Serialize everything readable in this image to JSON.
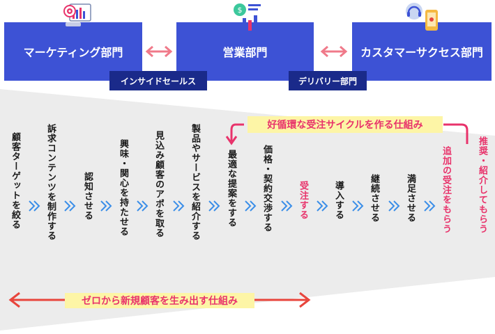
{
  "departments": {
    "marketing": "マーケティング部門",
    "sales": "営業部門",
    "support": "カスタマーサクセス部門"
  },
  "subdepts": {
    "inside_sales": "インサイドセールス",
    "delivery": "デリバリー部門"
  },
  "steps": [
    {
      "text": "顧客ターゲットを絞る"
    },
    {
      "text": "訴求コンテンツを制作する"
    },
    {
      "text": "認知させる"
    },
    {
      "text": "興味・関心を持たせる"
    },
    {
      "text": "見込み顧客のアポを取る"
    },
    {
      "text": "製品やサービスを紹介する"
    },
    {
      "text": "最適な提案をする"
    },
    {
      "text": "価格・契約交渉する"
    },
    {
      "text": "受注する"
    },
    {
      "text": "導入する"
    },
    {
      "text": "継続させる"
    },
    {
      "text": "満足させる"
    },
    {
      "text": "追加の受注をもらう"
    },
    {
      "text": "推奨・紹介してもらう"
    }
  ],
  "cycle_label": "好循環な受注サイクルを作る仕組み",
  "zero_label": "ゼロから新規顧客を生み出す仕組み",
  "colors": {
    "dept_blue": "#3d52d5",
    "sub_navy": "#1a2a8a",
    "accent_pink": "#e8336b",
    "arrow_red": "#e8453c",
    "chevron_blue": "#3a8ee8",
    "funnel_gray": "#ececec",
    "highlight_yellow": "#fdf5a6"
  },
  "icons": [
    "marketing-dashboard-icon",
    "sales-chart-icon",
    "support-headset-icon"
  ]
}
